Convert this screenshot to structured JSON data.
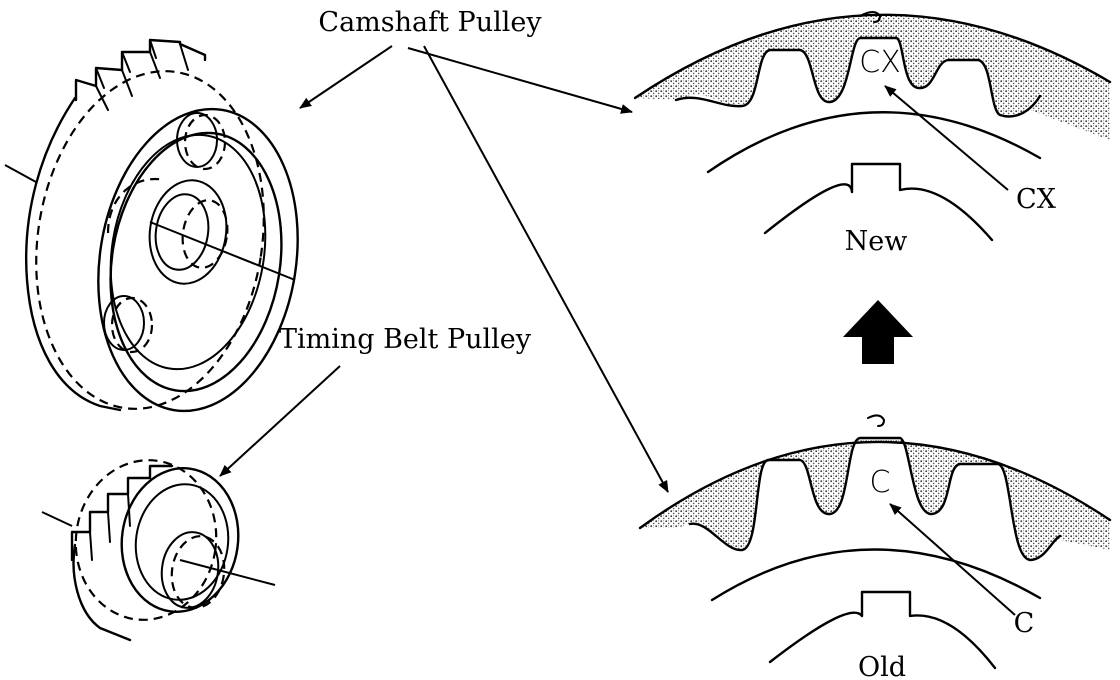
{
  "labels": {
    "camshaft_pulley": "Camshaft Pulley",
    "timing_belt_pulley": "Timing Belt Pulley",
    "new_mark": "CX",
    "new_callout": "CX",
    "new_caption": "New",
    "old_mark": "C",
    "old_callout": "C",
    "old_caption": "Old"
  },
  "colors": {
    "ink": "#000000",
    "paper": "#ffffff",
    "stipple": "#5a5a5a"
  },
  "icons": {
    "arrow": "up-arrow-icon"
  }
}
